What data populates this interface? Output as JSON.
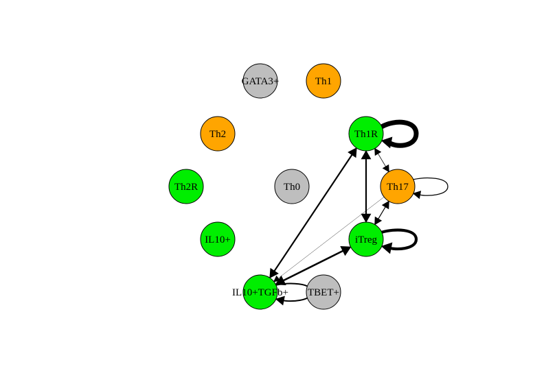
{
  "colors": {
    "background": "#ffffff",
    "stroke": "#000000",
    "green": "#00ee00",
    "orange": "#ffa500",
    "gray": "#bebebe"
  },
  "nodes": [
    {
      "id": "GATA3+",
      "label": "GATA3+",
      "color": "gray"
    },
    {
      "id": "Th1",
      "label": "Th1",
      "color": "orange"
    },
    {
      "id": "Th2",
      "label": "Th2",
      "color": "orange"
    },
    {
      "id": "Th1R",
      "label": "Th1R",
      "color": "green"
    },
    {
      "id": "Th2R",
      "label": "Th2R",
      "color": "green"
    },
    {
      "id": "Th0",
      "label": "Th0",
      "color": "gray"
    },
    {
      "id": "Th17",
      "label": "Th17",
      "color": "orange"
    },
    {
      "id": "IL10+",
      "label": "IL10+",
      "color": "green"
    },
    {
      "id": "iTreg",
      "label": "iTreg",
      "color": "green"
    },
    {
      "id": "IL10+TGFb+",
      "label": "IL10+TGFb+",
      "color": "green"
    },
    {
      "id": "TBET+",
      "label": "TBET+",
      "color": "gray"
    }
  ],
  "edges": [
    {
      "from": "Th1R",
      "to": "IL10+TGFb+",
      "bidirectional": true,
      "weight": 2.2
    },
    {
      "from": "Th1R",
      "to": "iTreg",
      "bidirectional": true,
      "weight": 2.2
    },
    {
      "from": "Th1R",
      "to": "Th17",
      "bidirectional": true,
      "weight": 0.8
    },
    {
      "from": "Th17",
      "to": "iTreg",
      "bidirectional": true,
      "weight": 1.2
    },
    {
      "from": "Th17",
      "to": "IL10+TGFb+",
      "bidirectional": false,
      "weight": 0.4
    },
    {
      "from": "iTreg",
      "to": "IL10+TGFb+",
      "bidirectional": true,
      "weight": 2.6
    }
  ],
  "loops": [
    {
      "node": "Th1R",
      "weight": 7
    },
    {
      "node": "Th17",
      "weight": 1.3
    },
    {
      "node": "iTreg",
      "weight": 4.2
    },
    {
      "node": "IL10+TGFb+",
      "weight": 2
    }
  ]
}
